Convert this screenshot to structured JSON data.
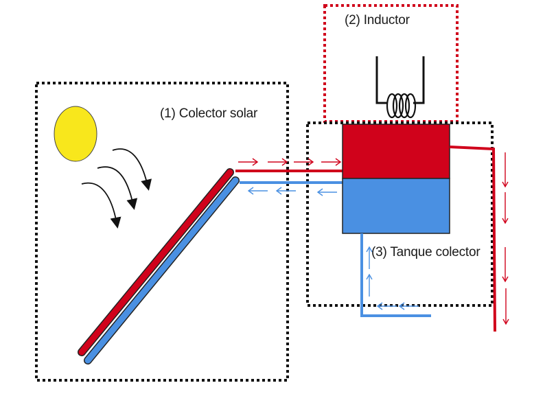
{
  "labels": {
    "collector": "(1) Colector solar",
    "inductor": "(2) Inductor",
    "tank": "(3) Tanque colector"
  },
  "colors": {
    "hot": "#d0021b",
    "cold": "#4a90e2",
    "sun": "#f8e71c",
    "frame": "#111111"
  },
  "icons": [
    "sun-icon",
    "heat-ray-arrow-icon",
    "coil-icon",
    "flow-arrow-icon"
  ]
}
